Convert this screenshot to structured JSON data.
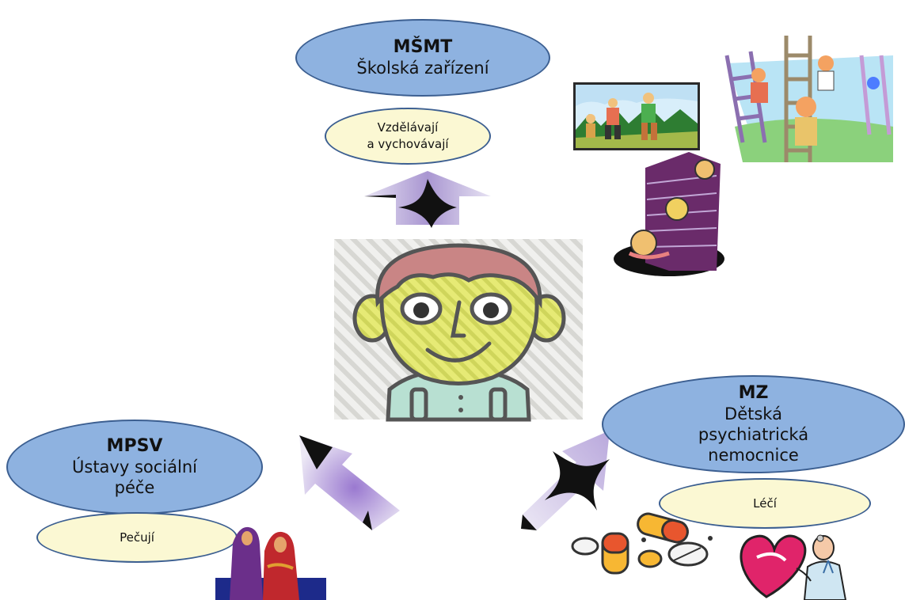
{
  "top": {
    "title": "MŠMT",
    "subtitle": "Školská zařízení",
    "action_line1": "Vzdělávají",
    "action_line2": "a vychovávají"
  },
  "left": {
    "title": "MPSV",
    "subtitle_line1": "Ústavy sociální",
    "subtitle_line2": "péče",
    "action": "Pečují"
  },
  "right": {
    "title": "MZ",
    "subtitle_line1": "Dětská",
    "subtitle_line2": "psychiatrická",
    "subtitle_line3": "nemocnice",
    "action": "Léčí"
  },
  "colors": {
    "oval_blue": "#8eb2e0",
    "oval_cream": "#fbf8d3",
    "oval_border": "#3c5f91",
    "arrow_lavender": "#c9bfe3"
  },
  "icons": [
    "hikers-clipart",
    "ladders-clipart",
    "snails-wall-clipart",
    "child-face-clipart",
    "women-clipart",
    "pills-clipart",
    "doctor-heart-clipart"
  ]
}
